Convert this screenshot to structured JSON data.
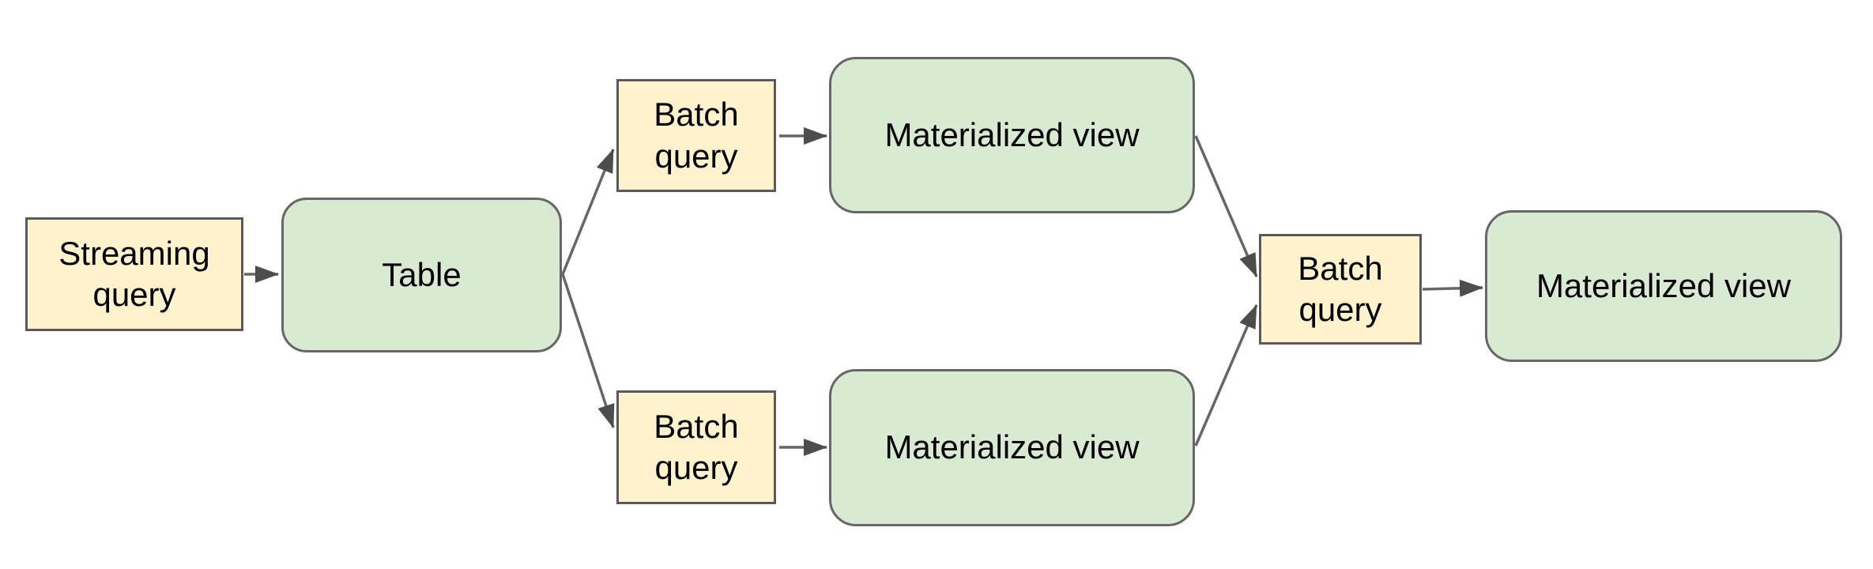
{
  "diagram": {
    "background": "#ffffff",
    "colors": {
      "query_fill": "#fff2cc",
      "query_border": "#5a5a5a",
      "data_fill": "#d9ead3",
      "data_border": "#666666",
      "connector": "#666666",
      "arrowhead": "#4d4d4d",
      "text": "#000000"
    },
    "nodes": {
      "streaming_query": {
        "label": "Streaming query",
        "shape": "rectangle"
      },
      "table": {
        "label": "Table",
        "shape": "rounded-rectangle"
      },
      "batch_query_top": {
        "label": "Batch query",
        "shape": "rectangle"
      },
      "materialized_view_top": {
        "label": "Materialized view",
        "shape": "rounded-rectangle"
      },
      "batch_query_bottom": {
        "label": "Batch query",
        "shape": "rectangle"
      },
      "materialized_view_bottom": {
        "label": "Materialized view",
        "shape": "rounded-rectangle"
      },
      "batch_query_right": {
        "label": "Batch query",
        "shape": "rectangle"
      },
      "materialized_view_right": {
        "label": "Materialized view",
        "shape": "rounded-rectangle"
      }
    },
    "edges": [
      {
        "from": "streaming_query",
        "to": "table"
      },
      {
        "from": "table",
        "to": "batch_query_top"
      },
      {
        "from": "table",
        "to": "batch_query_bottom"
      },
      {
        "from": "batch_query_top",
        "to": "materialized_view_top"
      },
      {
        "from": "batch_query_bottom",
        "to": "materialized_view_bottom"
      },
      {
        "from": "materialized_view_top",
        "to": "batch_query_right"
      },
      {
        "from": "materialized_view_bottom",
        "to": "batch_query_right"
      },
      {
        "from": "batch_query_right",
        "to": "materialized_view_right"
      }
    ]
  }
}
